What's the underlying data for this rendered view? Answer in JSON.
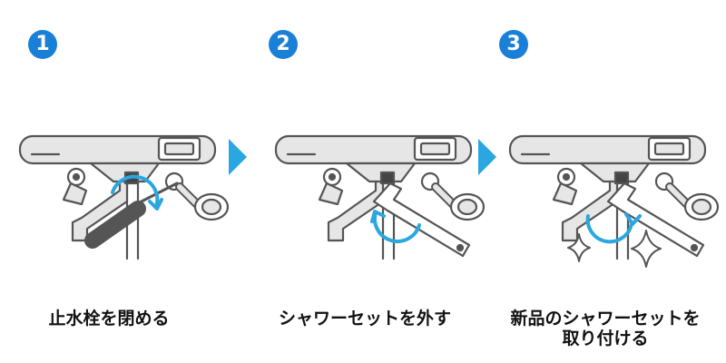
{
  "steps": [
    {
      "number": "1",
      "caption": "止水栓を閉める"
    },
    {
      "number": "2",
      "caption": "シャワーセットを外す"
    },
    {
      "number": "3",
      "caption": "新品のシャワーセットを\n取り付ける"
    }
  ],
  "icons": {
    "step_arrow": "triangle-right-arrow-icon",
    "rotation": "circular-arrow-icon",
    "sparkle": "sparkle-icon"
  },
  "colors": {
    "badge": "#1a7fd6",
    "arrow": "#2aa7e0",
    "rotation": "#2aa7e0",
    "line": "#555555",
    "fill": "#e6e6e6",
    "screwdriver": "#555555"
  }
}
